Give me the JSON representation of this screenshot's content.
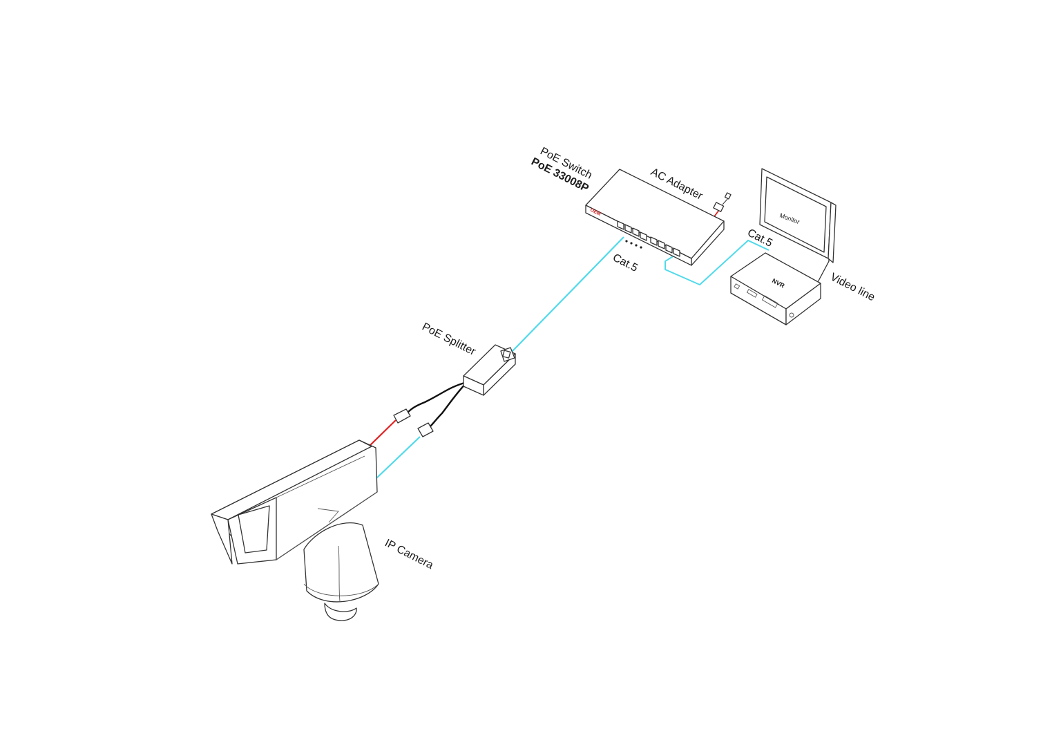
{
  "labels": {
    "poe_switch": "PoE  Switch",
    "model": "PoE 33008P",
    "ac_adapter": "AC Adapter",
    "monitor": "Monitor",
    "cat5_nvr": "Cat.5",
    "cat5_switch": "Cat.5",
    "nvr": "NVR",
    "video_line": "Video line",
    "poe_splitter": "PoE Splitter",
    "ip_camera": "IP Camera"
  },
  "colors": {
    "ethernet_cable": "#4fdaea",
    "power_cable": "#e02020",
    "splitter_lead": "#111111",
    "outline": "#333333",
    "brand": "#d42020"
  }
}
